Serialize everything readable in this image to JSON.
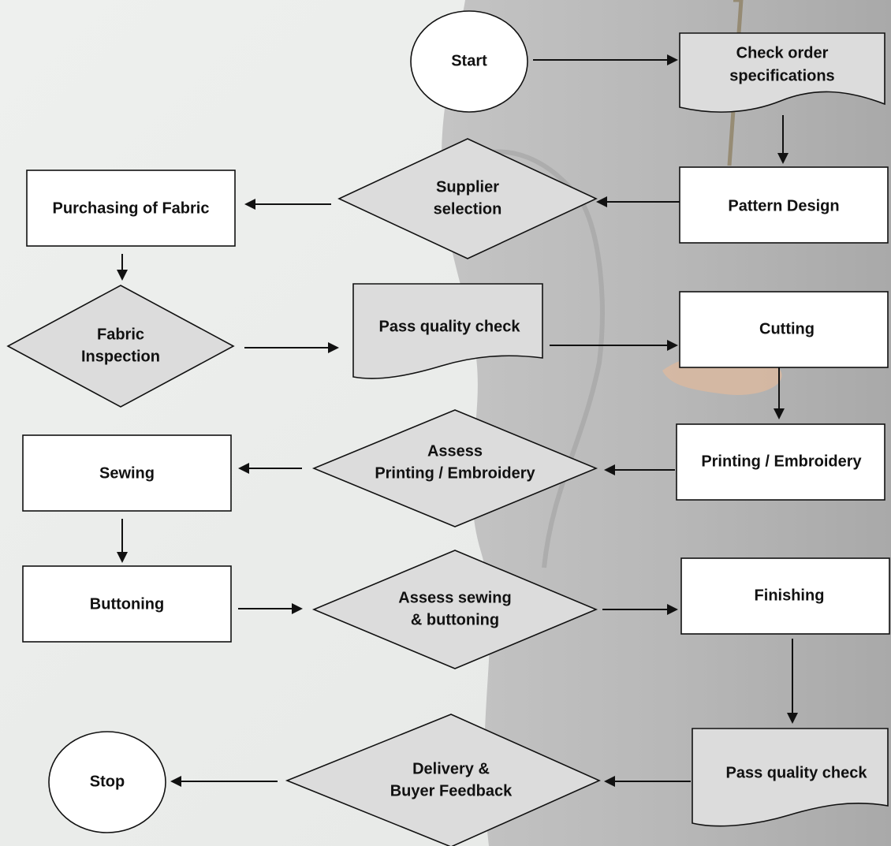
{
  "diagram": {
    "nodes": {
      "start": "Start",
      "check_order": [
        "Check order",
        "specifications"
      ],
      "pattern_design": "Pattern Design",
      "supplier_selection": [
        "Supplier",
        "selection"
      ],
      "purchasing": "Purchasing of Fabric",
      "fabric_inspection": [
        "Fabric",
        "Inspection"
      ],
      "pass_quality_1": "Pass quality check",
      "cutting": "Cutting",
      "printing": "Printing / Embroidery",
      "assess_printing": [
        "Assess",
        "Printing / Embroidery"
      ],
      "sewing": "Sewing",
      "buttoning": "Buttoning",
      "assess_sewing": [
        "Assess sewing",
        "& buttoning"
      ],
      "finishing": "Finishing",
      "pass_quality_2": "Pass quality check",
      "delivery": [
        "Delivery &",
        "Buyer Feedback"
      ],
      "stop": "Stop"
    }
  }
}
